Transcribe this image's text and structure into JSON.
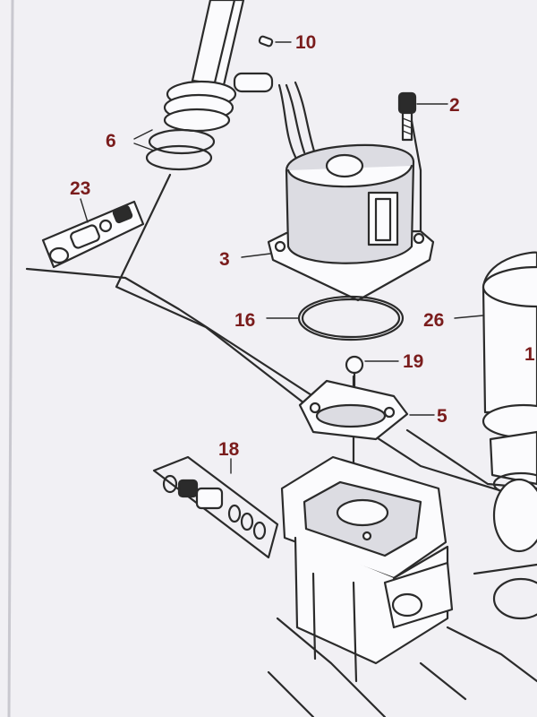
{
  "diagram": {
    "colors": {
      "background": "#f1f0f4",
      "line": "#2b2b2b",
      "label": "#7a1c1c"
    },
    "parts": [
      {
        "number": "10"
      },
      {
        "number": "2"
      },
      {
        "number": "6"
      },
      {
        "number": "23"
      },
      {
        "number": "3"
      },
      {
        "number": "16"
      },
      {
        "number": "26"
      },
      {
        "number": "19"
      },
      {
        "number": "5"
      },
      {
        "number": "18"
      },
      {
        "number": "1"
      }
    ]
  }
}
